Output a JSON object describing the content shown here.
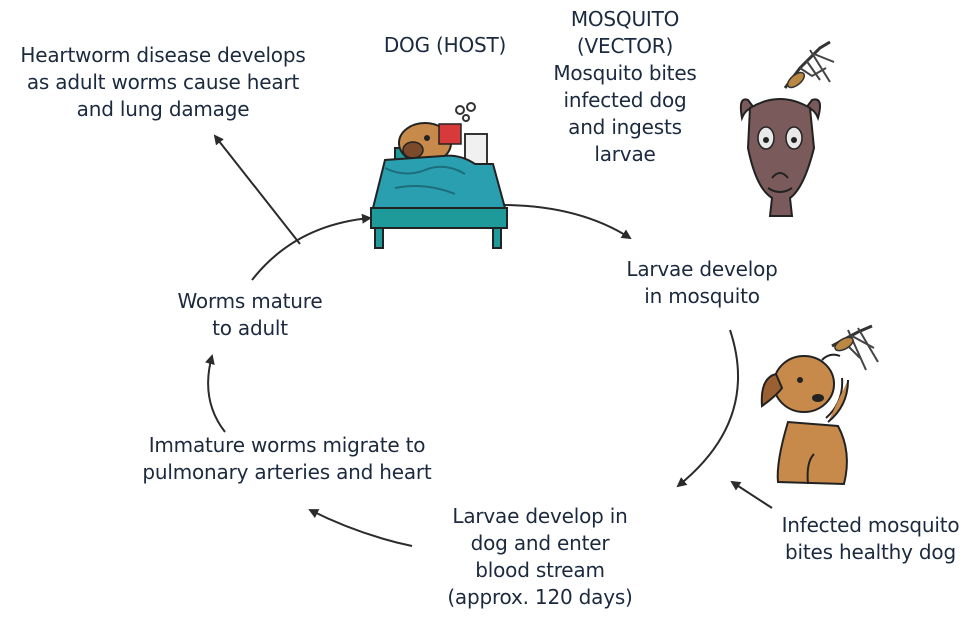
{
  "labels": {
    "heartworm_disease": [
      "Heartworm disease develops",
      "as adult worms cause heart",
      "and lung damage"
    ],
    "dog_host": [
      "DOG (HOST)"
    ],
    "mosquito_vector": [
      "MOSQUITO",
      "(VECTOR)",
      "Mosquito bites",
      "infected dog",
      "and ingests",
      "larvae"
    ],
    "larvae_in_mosquito": [
      "Larvae develop",
      "in mosquito"
    ],
    "worms_mature": [
      "Worms mature",
      "to adult"
    ],
    "immature_worms": [
      "Immature worms migrate to",
      "pulmonary arteries and heart"
    ],
    "larvae_in_dog": [
      "Larvae develop in",
      "dog and enter",
      "blood stream",
      "(approx. 120 days)"
    ],
    "infected_mosquito": [
      "Infected mosquito",
      "bites healthy dog"
    ]
  },
  "colors": {
    "text": "#1b2a3e",
    "arrow": "#2b2b2b",
    "bed": "#1f9a9a",
    "blanket": "#2a9fb0",
    "dog_brown": "#c88a4a",
    "mosquito_face": "#7a5a5a"
  },
  "icons": [
    "sick-dog-in-bed-icon",
    "mosquito-head-icon",
    "healthy-dog-icon"
  ]
}
